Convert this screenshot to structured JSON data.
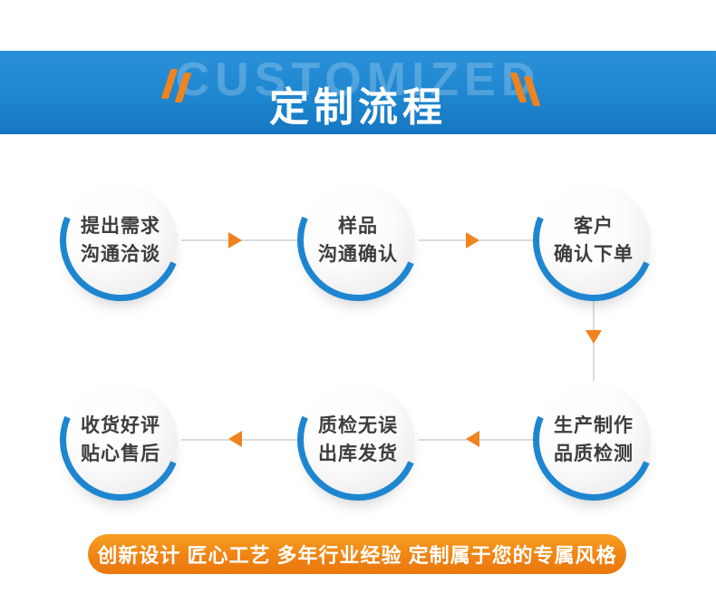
{
  "banner": {
    "watermark": "CUSTOMIZED",
    "title": "定制流程",
    "bg_color": "#1e86d0",
    "accent_color": "#f0831d"
  },
  "process": {
    "arc_color": "#1e86d0",
    "arrow_color": "#f0831d",
    "steps": [
      {
        "line1": "提出需求",
        "line2": "沟通洽谈"
      },
      {
        "line1": "样品",
        "line2": "沟通确认"
      },
      {
        "line1": "客户",
        "line2": "确认下单"
      },
      {
        "line1": "生产制作",
        "line2": "品质检测"
      },
      {
        "line1": "质检无误",
        "line2": "出库发货"
      },
      {
        "line1": "收货好评",
        "line2": "贴心售后"
      }
    ]
  },
  "footer": {
    "slogan": "创新设计 匠心工艺 多年行业经验 定制属于您的专属风格",
    "bg_color": "#ef8214"
  }
}
